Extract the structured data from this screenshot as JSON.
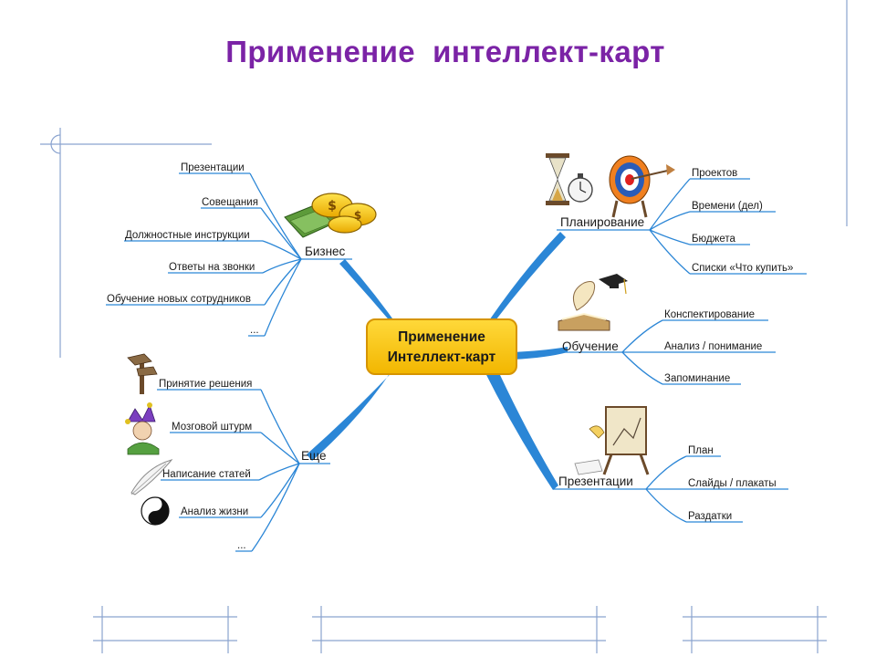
{
  "title": "Применение  интеллект-карт",
  "center": {
    "line1": "Применение",
    "line2": "Интеллект-карт"
  },
  "branches": {
    "business": {
      "label": "Бизнес",
      "items": [
        "Презентации",
        "Совещания",
        "Должностные инструкции",
        "Ответы на звонки",
        "Обучение новых сотрудников",
        "..."
      ]
    },
    "more": {
      "label": "Еще",
      "items": [
        "Принятие решения",
        "Мозговой штурм",
        "Написание статей",
        "Анализ жизни",
        "..."
      ]
    },
    "planning": {
      "label": "Планирование",
      "items": [
        "Проектов",
        "Времени (дел)",
        "Бюджета",
        "Списки «Что купить»"
      ]
    },
    "learning": {
      "label": "Обучение",
      "items": [
        "Конспектирование",
        "Анализ / понимание",
        "Запоминание"
      ]
    },
    "presentations": {
      "label": "Презентации",
      "items": [
        "План",
        "Слайды / плакаты",
        "Раздатки"
      ]
    }
  },
  "icons": {
    "business": "money-icon",
    "decision": "signpost-icon",
    "brainstorm": "jester-icon",
    "articles": "quill-icon",
    "life": "yin-yang-icon",
    "planning": [
      "hourglass-icon",
      "stopwatch-icon",
      "target-icon"
    ],
    "learning": "scroll-book-icon",
    "presentations": "easel-icon"
  },
  "colors": {
    "title": "#7b23a6",
    "branch_line": "#2b86d6",
    "center_fill": "#f6c400",
    "center_border": "#d69400",
    "frame_line": "#8aa3cf"
  }
}
